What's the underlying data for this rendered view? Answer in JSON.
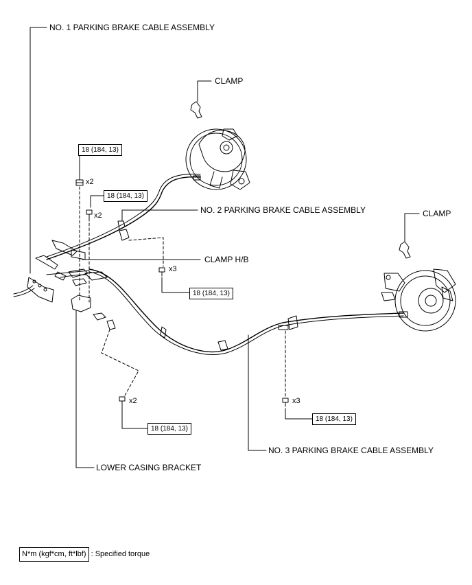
{
  "callouts": {
    "no1_cable": "NO. 1 PARKING BRAKE CABLE ASSEMBLY",
    "clamp_left": "CLAMP",
    "no2_cable": "NO. 2 PARKING BRAKE CABLE ASSEMBLY",
    "clamp_right": "CLAMP",
    "clamp_hb": "CLAMP H/B",
    "no3_cable": "NO. 3 PARKING BRAKE CABLE ASSEMBLY",
    "lower_bracket": "LOWER CASING BRACKET"
  },
  "torque_boxes": {
    "t1": "18 (184, 13)",
    "t2": "18 (184, 13)",
    "t3": "18 (184, 13)",
    "t4": "18 (184, 13)",
    "t5": "18 (184, 13)"
  },
  "quantities": {
    "q1": "x2",
    "q2": "x2",
    "q3": "x3",
    "q4": "x2",
    "q5": "x3"
  },
  "legend": {
    "unit": "N*m (kgf*cm, ft*lbf)",
    "text": ": Specified torque"
  }
}
